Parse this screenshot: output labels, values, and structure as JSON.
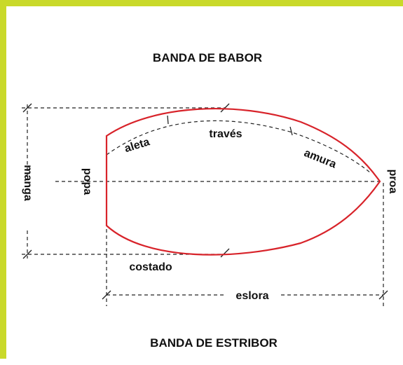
{
  "diagram": {
    "top_label": "BANDA DE BABOR",
    "bottom_label": "BANDA DE ESTRIBOR",
    "parts": {
      "aleta": "aleta",
      "traves": "través",
      "amura": "amura",
      "popa": "popa",
      "proa": "proa",
      "manga": "manga",
      "costado": "costado",
      "eslora": "eslora"
    },
    "colors": {
      "hull": "#d8232a",
      "lines": "#222222",
      "border": "#c9d92a"
    }
  }
}
